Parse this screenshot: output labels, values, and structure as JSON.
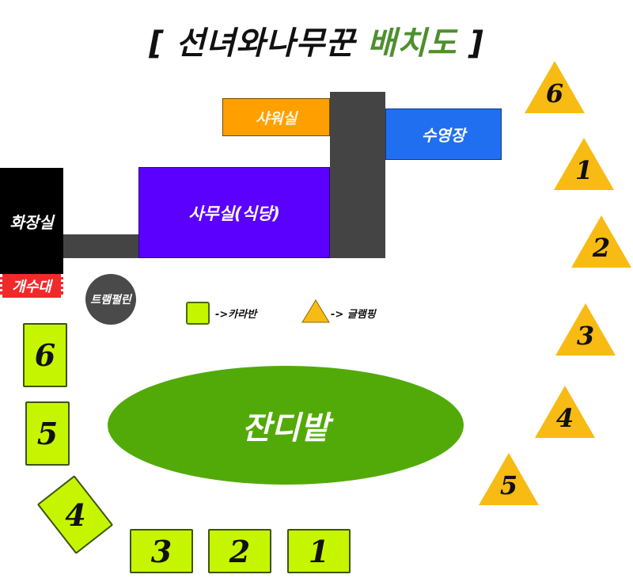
{
  "title": {
    "open_bracket": "[",
    "main": "선녀와나무꾼",
    "accent": "배치도",
    "close_bracket": "]",
    "accent_color": "#4e8f2e"
  },
  "buildings": {
    "shower": {
      "label": "샤워실",
      "color": "#ff9f00"
    },
    "pool": {
      "label": "수영장",
      "color": "#1f6ff0"
    },
    "office": {
      "label": "사무실(식당)",
      "color": "#5b00ff"
    },
    "toilet": {
      "label": "화장실",
      "color": "#000000"
    },
    "sink": {
      "label": "개수대",
      "color": "#f02a2a"
    },
    "trampoline": {
      "label": "트램펄린",
      "color": "#4a4a4a"
    },
    "corridor_color": "#444444"
  },
  "legend": {
    "caravan": {
      "label": "->카라반",
      "color": "#c6f500"
    },
    "glamping": {
      "label": "-> 글램핑",
      "color": "#f7bb14"
    }
  },
  "field": {
    "label": "잔디밭",
    "color": "#52aa08"
  },
  "caravans": [
    {
      "number": "6"
    },
    {
      "number": "5"
    },
    {
      "number": "4"
    },
    {
      "number": "3"
    },
    {
      "number": "2"
    },
    {
      "number": "1"
    }
  ],
  "glamping_sites": [
    {
      "number": "6"
    },
    {
      "number": "1"
    },
    {
      "number": "2"
    },
    {
      "number": "3"
    },
    {
      "number": "4"
    },
    {
      "number": "5"
    }
  ]
}
